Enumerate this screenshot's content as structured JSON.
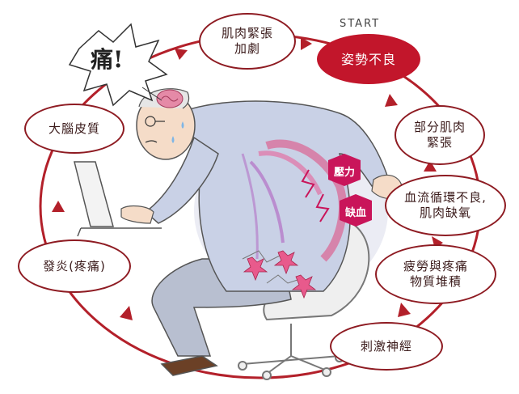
{
  "start_label": "START",
  "burst_label": "痛!",
  "nodes": [
    {
      "id": "posture",
      "text": "姿勢不良"
    },
    {
      "id": "partial-tension",
      "text": "部分肌肉\n緊張"
    },
    {
      "id": "blood-flow",
      "text": "血流循環不良,\n肌肉缺氧"
    },
    {
      "id": "fatigue",
      "text": "疲勞與疼痛\n物質堆積"
    },
    {
      "id": "nerve",
      "text": "刺激神經"
    },
    {
      "id": "inflammation",
      "text": "發炎(疼痛)"
    },
    {
      "id": "cortex",
      "text": "大腦皮質"
    },
    {
      "id": "tension-increase",
      "text": "肌肉緊張\n加劇"
    }
  ],
  "badges": {
    "pressure": "壓力",
    "ischemia": "缺血"
  },
  "colors": {
    "cycle": "#b3202a",
    "start_fill": "#c2162b",
    "node_border": "#8e1b22",
    "badge": "#c9155a"
  }
}
